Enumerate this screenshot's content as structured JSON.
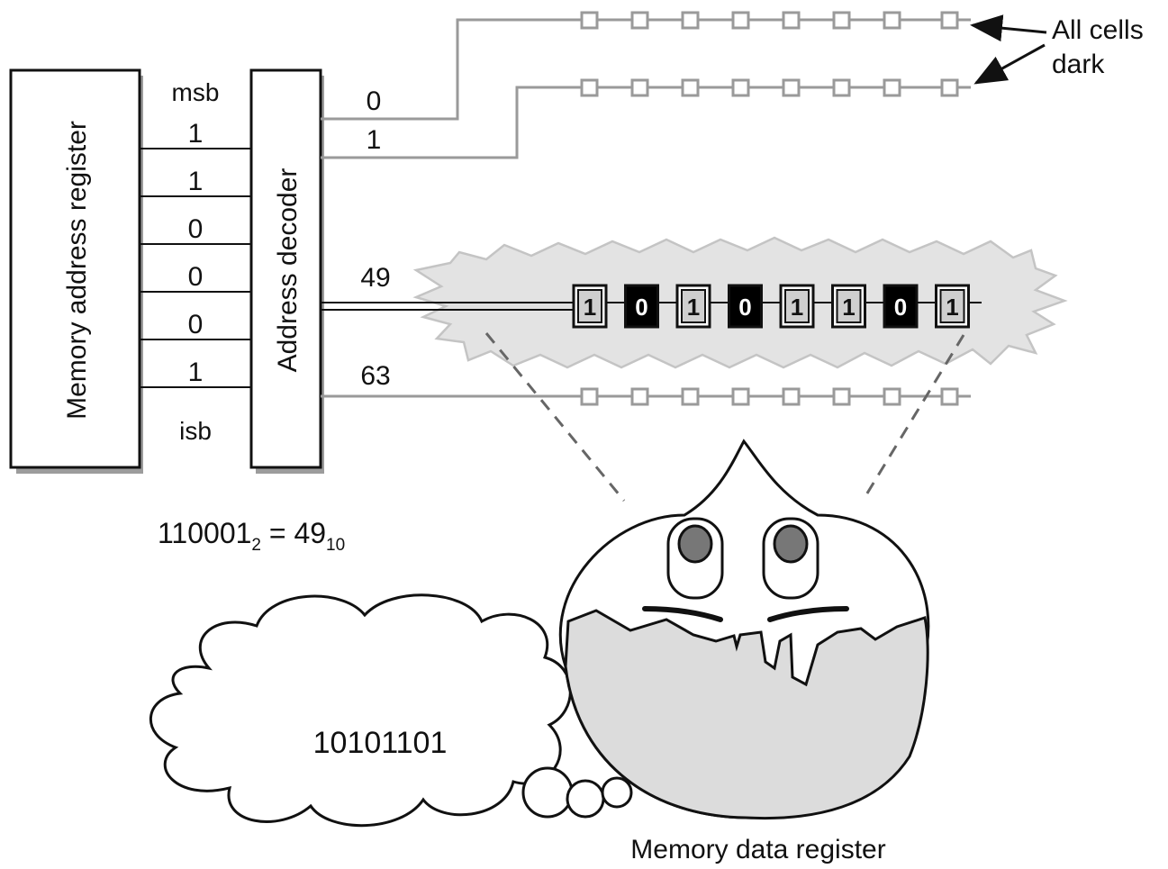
{
  "registers": {
    "memory_address_register": "Memory address register",
    "address_decoder": "Address decoder"
  },
  "bits": {
    "msb_label": "msb",
    "lsb_label": "isb",
    "values": [
      "1",
      "1",
      "0",
      "0",
      "0",
      "1"
    ]
  },
  "decoder_outputs": {
    "line_0": "0",
    "line_1": "1",
    "line_49": "49",
    "line_63": "63"
  },
  "selected_word": {
    "cells": [
      "1",
      "0",
      "1",
      "0",
      "1",
      "1",
      "0",
      "1"
    ],
    "dark_cells": [
      false,
      true,
      false,
      true,
      false,
      false,
      true,
      false
    ]
  },
  "annotation": {
    "line1": "All cells",
    "line2": "dark"
  },
  "equation": {
    "base_number": "110001",
    "base_sub": "2",
    "equals": " = ",
    "result": "49",
    "result_sub": "10"
  },
  "thought_bubble": {
    "content": "10101101"
  },
  "caption": "Memory data register"
}
